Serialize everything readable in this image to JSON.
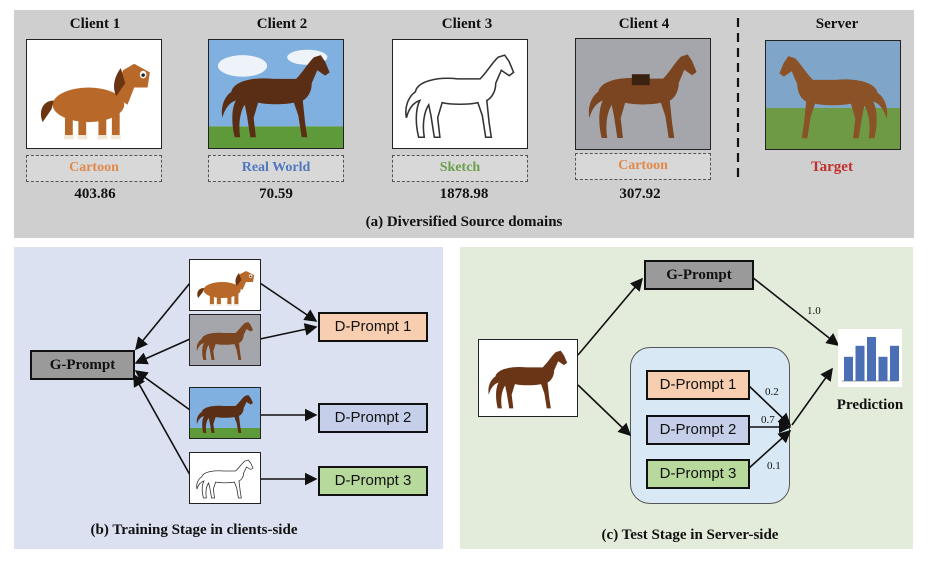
{
  "panel_a": {
    "caption": "(a) Diversified Source domains",
    "clients": [
      {
        "title": "Client 1",
        "domain": "Cartoon",
        "value": "403.86",
        "color": "#e08a4a"
      },
      {
        "title": "Client 2",
        "domain": "Real World",
        "value": "70.59",
        "color": "#4f78bd"
      },
      {
        "title": "Client 3",
        "domain": "Sketch",
        "value": "1878.98",
        "color": "#6aa04a"
      },
      {
        "title": "Client 4",
        "domain": "Cartoon",
        "value": "307.92",
        "color": "#e08a4a"
      }
    ],
    "server": {
      "title": "Server",
      "label": "Target",
      "color": "#c0302c"
    }
  },
  "panel_b": {
    "caption": "(b) Training Stage in clients-side",
    "g_prompt": "G-Prompt",
    "d_prompts": [
      "D-Prompt 1",
      "D-Prompt 2",
      "D-Prompt 3"
    ]
  },
  "panel_c": {
    "caption": "(c) Test Stage in Server-side",
    "g_prompt": "G-Prompt",
    "g_weight": "1.0",
    "d_prompts": [
      "D-Prompt 1",
      "D-Prompt 2",
      "D-Prompt 3"
    ],
    "d_weights": [
      "0.2",
      "0.7",
      "0.1"
    ],
    "prediction_label": "Prediction",
    "prediction_bars": [
      0.55,
      0.8,
      1.0,
      0.55,
      0.8
    ]
  },
  "colors": {
    "panel_a_bg": "#d0cfd0",
    "panel_b_bg": "#dce1f1",
    "panel_c_bg": "#e3ecda",
    "g_prompt": "#9a9a9a",
    "d_prompt_1": "#f7cfb0",
    "d_prompt_2": "#c5cfea",
    "d_prompt_3": "#b7d99c",
    "prediction_bar": "#4a6fb5"
  }
}
